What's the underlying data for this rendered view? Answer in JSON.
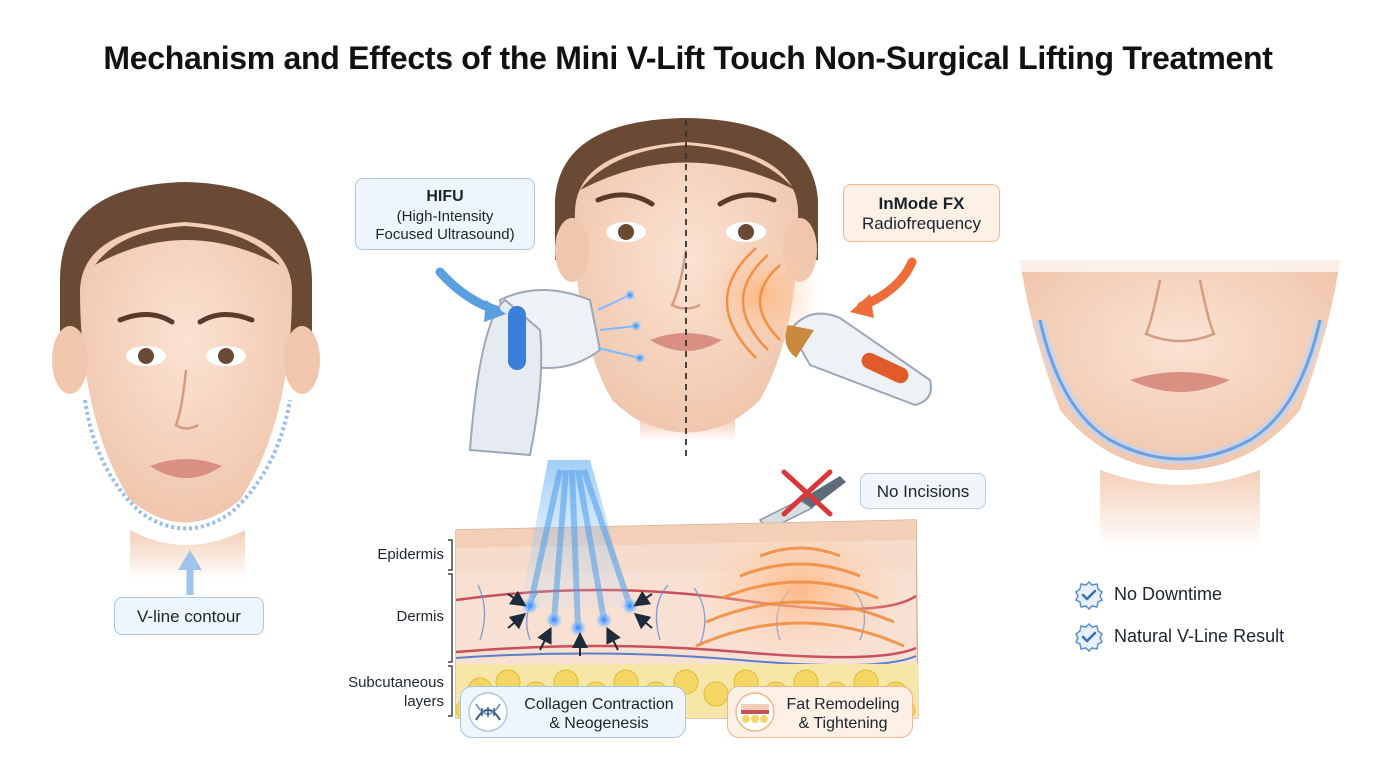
{
  "title": "Mechanism and Effects of the Mini V-Lift Touch Non-Surgical Lifting Treatment",
  "labels": {
    "hifu_title": "HIFU",
    "hifu_sub1": "(High-Intensity",
    "hifu_sub2": "Focused Ultrasound)",
    "inmode_title": "InMode FX",
    "inmode_sub": "Radiofrequency",
    "no_incisions": "No Incisions",
    "vline_contour": "V-line contour"
  },
  "layers": {
    "epidermis": "Epidermis",
    "dermis": "Dermis",
    "subcutaneous1": "Subcutaneous",
    "subcutaneous2": "layers"
  },
  "effects": {
    "collagen1": "Collagen Contraction",
    "collagen2": "& Neogenesis",
    "fat1": "Fat Remodeling",
    "fat2": "& Tightening"
  },
  "results": [
    "No Downtime",
    "Natural V-Line Result"
  ],
  "icons": [
    "hifu-device-icon",
    "rf-device-icon",
    "scalpel-icon",
    "cross-icon",
    "dna-icon",
    "fat-layer-icon",
    "check-badge-icon",
    "up-arrow-icon"
  ],
  "colors": {
    "skin": "#f6d5c0",
    "hair": "#6b4a35",
    "hifu_blue": "#3a8fe6",
    "rf_orange": "#f08a3c",
    "cross_red": "#d9383a"
  }
}
